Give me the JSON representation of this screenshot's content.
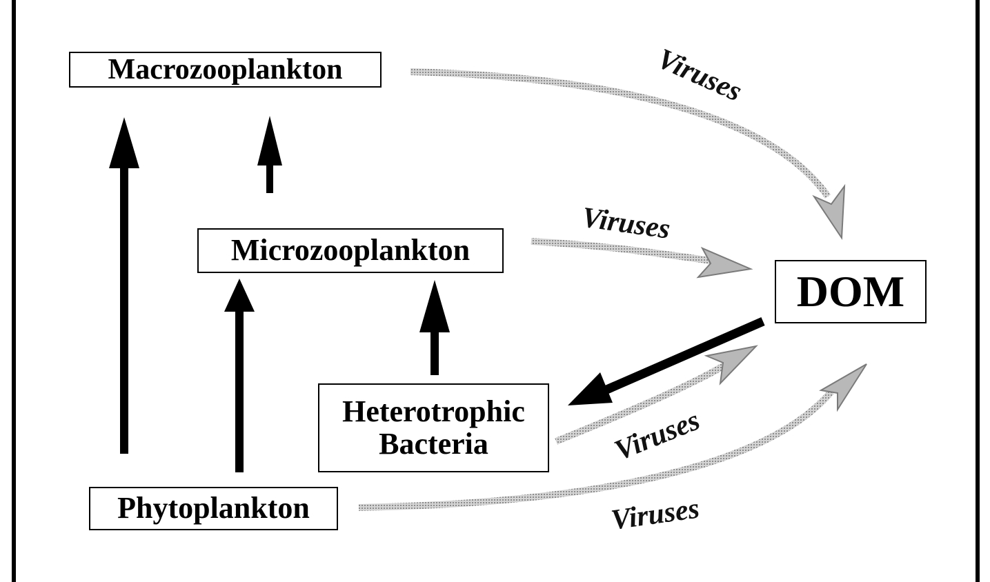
{
  "nodes": {
    "macrozooplankton": "Macrozooplankton",
    "microzooplankton": "Microzooplankton",
    "dom": "DOM",
    "heterotrophic_line1": "Heterotrophic",
    "heterotrophic_line2": "Bacteria",
    "phytoplankton": "Phytoplankton"
  },
  "arrow_labels": {
    "macro_to_dom": "Viruses",
    "micro_to_dom": "Viruses",
    "bacteria_to_dom": "Viruses",
    "phyto_to_dom": "Viruses"
  },
  "colors": {
    "flow_arrow": "#000000",
    "virus_arrow": "#b8b8b8",
    "virus_arrow_outline": "#7a7a7a"
  }
}
